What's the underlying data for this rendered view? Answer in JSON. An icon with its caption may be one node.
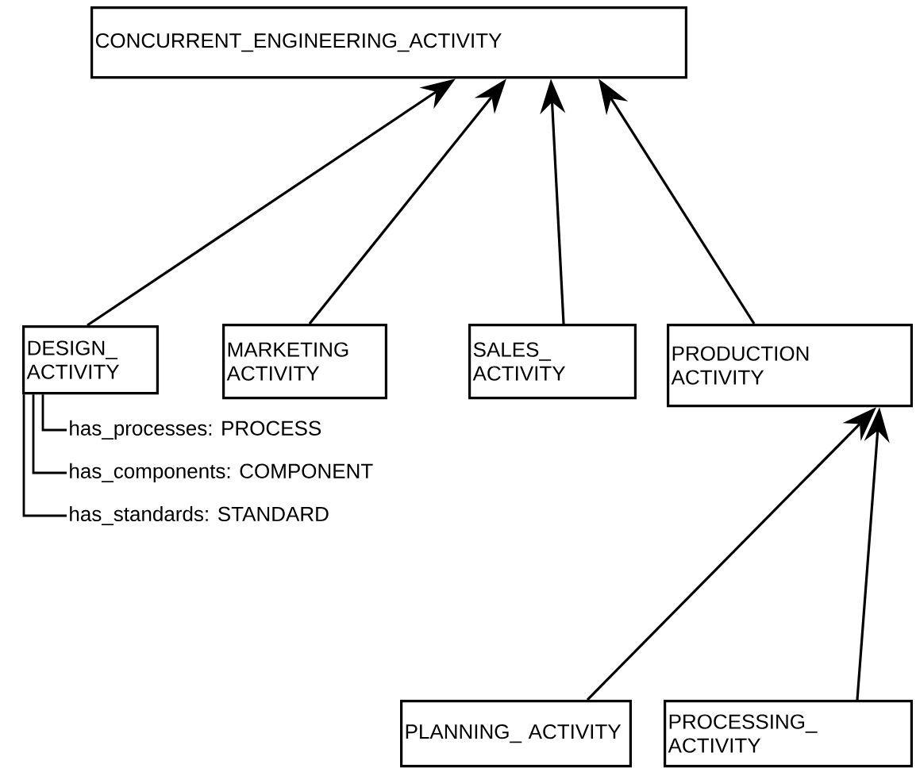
{
  "diagram": {
    "nodes": [
      {
        "text": [
          "CONCURRENT_ENGINEERING_ACTIVITY"
        ]
      },
      {
        "text": [
          "DESIGN_ ACTIVITY"
        ]
      },
      {
        "text": [
          "MARKETING ACTIVITY"
        ]
      },
      {
        "text": [
          "SALES_ ACTIVITY"
        ]
      },
      {
        "text": [
          "PRODUCTION ACTIVITY"
        ]
      },
      {
        "text": [
          "has_processes: PROCESS"
        ]
      },
      {
        "text": [
          "has_components: COMPONENT"
        ]
      },
      {
        "text": [
          "has_standards: STANDARD"
        ]
      },
      {
        "text": [
          "PLANNING_ ACTIVITY"
        ]
      },
      {
        "text": [
          "PROCESSING_ ACTIVITY"
        ]
      }
    ],
    "edges": [
      {
        "from": 1,
        "to": 0,
        "arrow": "to"
      },
      {
        "from": 2,
        "to": 0,
        "arrow": "to"
      },
      {
        "from": 3,
        "to": 0,
        "arrow": "to"
      },
      {
        "from": 4,
        "to": 0,
        "arrow": "to"
      },
      {
        "from": 1,
        "to": 5,
        "arrow": "none"
      },
      {
        "from": 1,
        "to": 6,
        "arrow": "none"
      },
      {
        "from": 1,
        "to": 7,
        "arrow": "none"
      },
      {
        "from": 8,
        "to": 4,
        "arrow": "to"
      },
      {
        "from": 9,
        "to": 4,
        "arrow": "to"
      }
    ]
  }
}
